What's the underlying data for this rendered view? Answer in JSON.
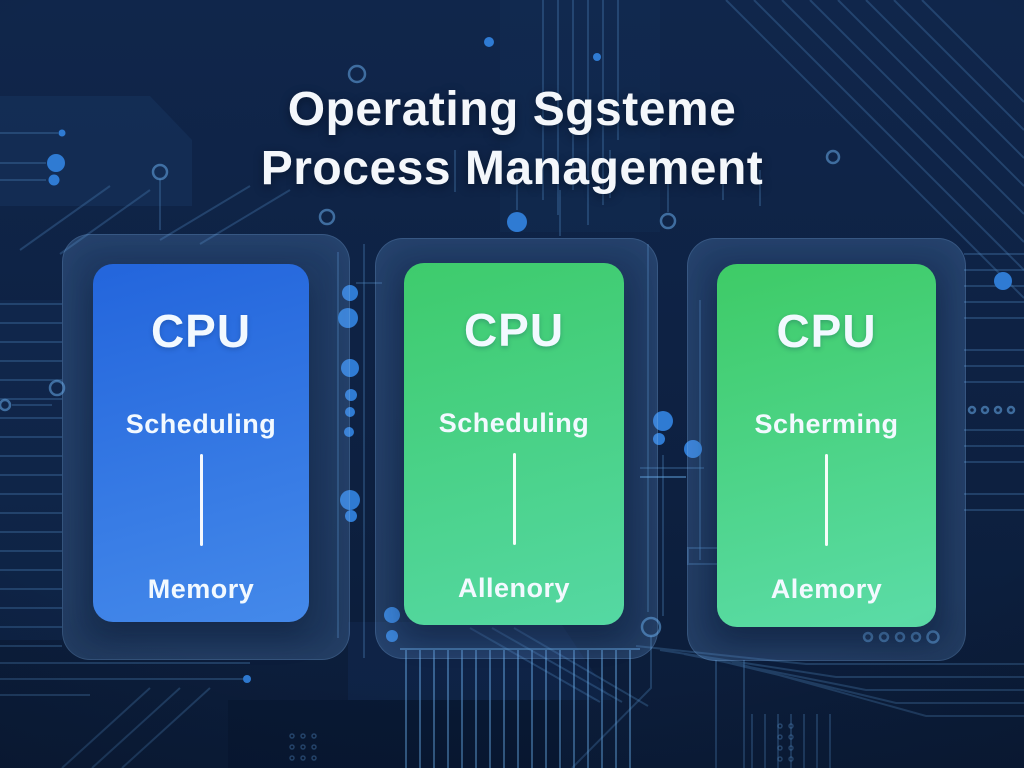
{
  "title": {
    "line1": "Operating Sgsteme",
    "line2": "Process Management"
  },
  "cards": [
    {
      "heading": "CPU",
      "top_label": "Scheduling",
      "bottom_label": "Memory",
      "gradient_top": "#2365DC",
      "gradient_bottom": "#4489EA"
    },
    {
      "heading": "CPU",
      "top_label": "Scheduling",
      "bottom_label": "Allenory",
      "gradient_top": "#3ECB6C",
      "gradient_bottom": "#55D8A3"
    },
    {
      "heading": "CPU",
      "top_label": "Scherming",
      "bottom_label": "Alemory",
      "gradient_top": "#3ECB66",
      "gradient_bottom": "#5BDCA8"
    }
  ],
  "colors": {
    "background": "#0E2244",
    "circuit_line": "#4D82BA",
    "circuit_line_bright": "#5F9FDA",
    "node_dot": "#2F7BD3",
    "title_text": "#F4F7FB",
    "card_text": "#F2F9FF",
    "frame_tint": "rgba(104,158,224,0.20)"
  }
}
